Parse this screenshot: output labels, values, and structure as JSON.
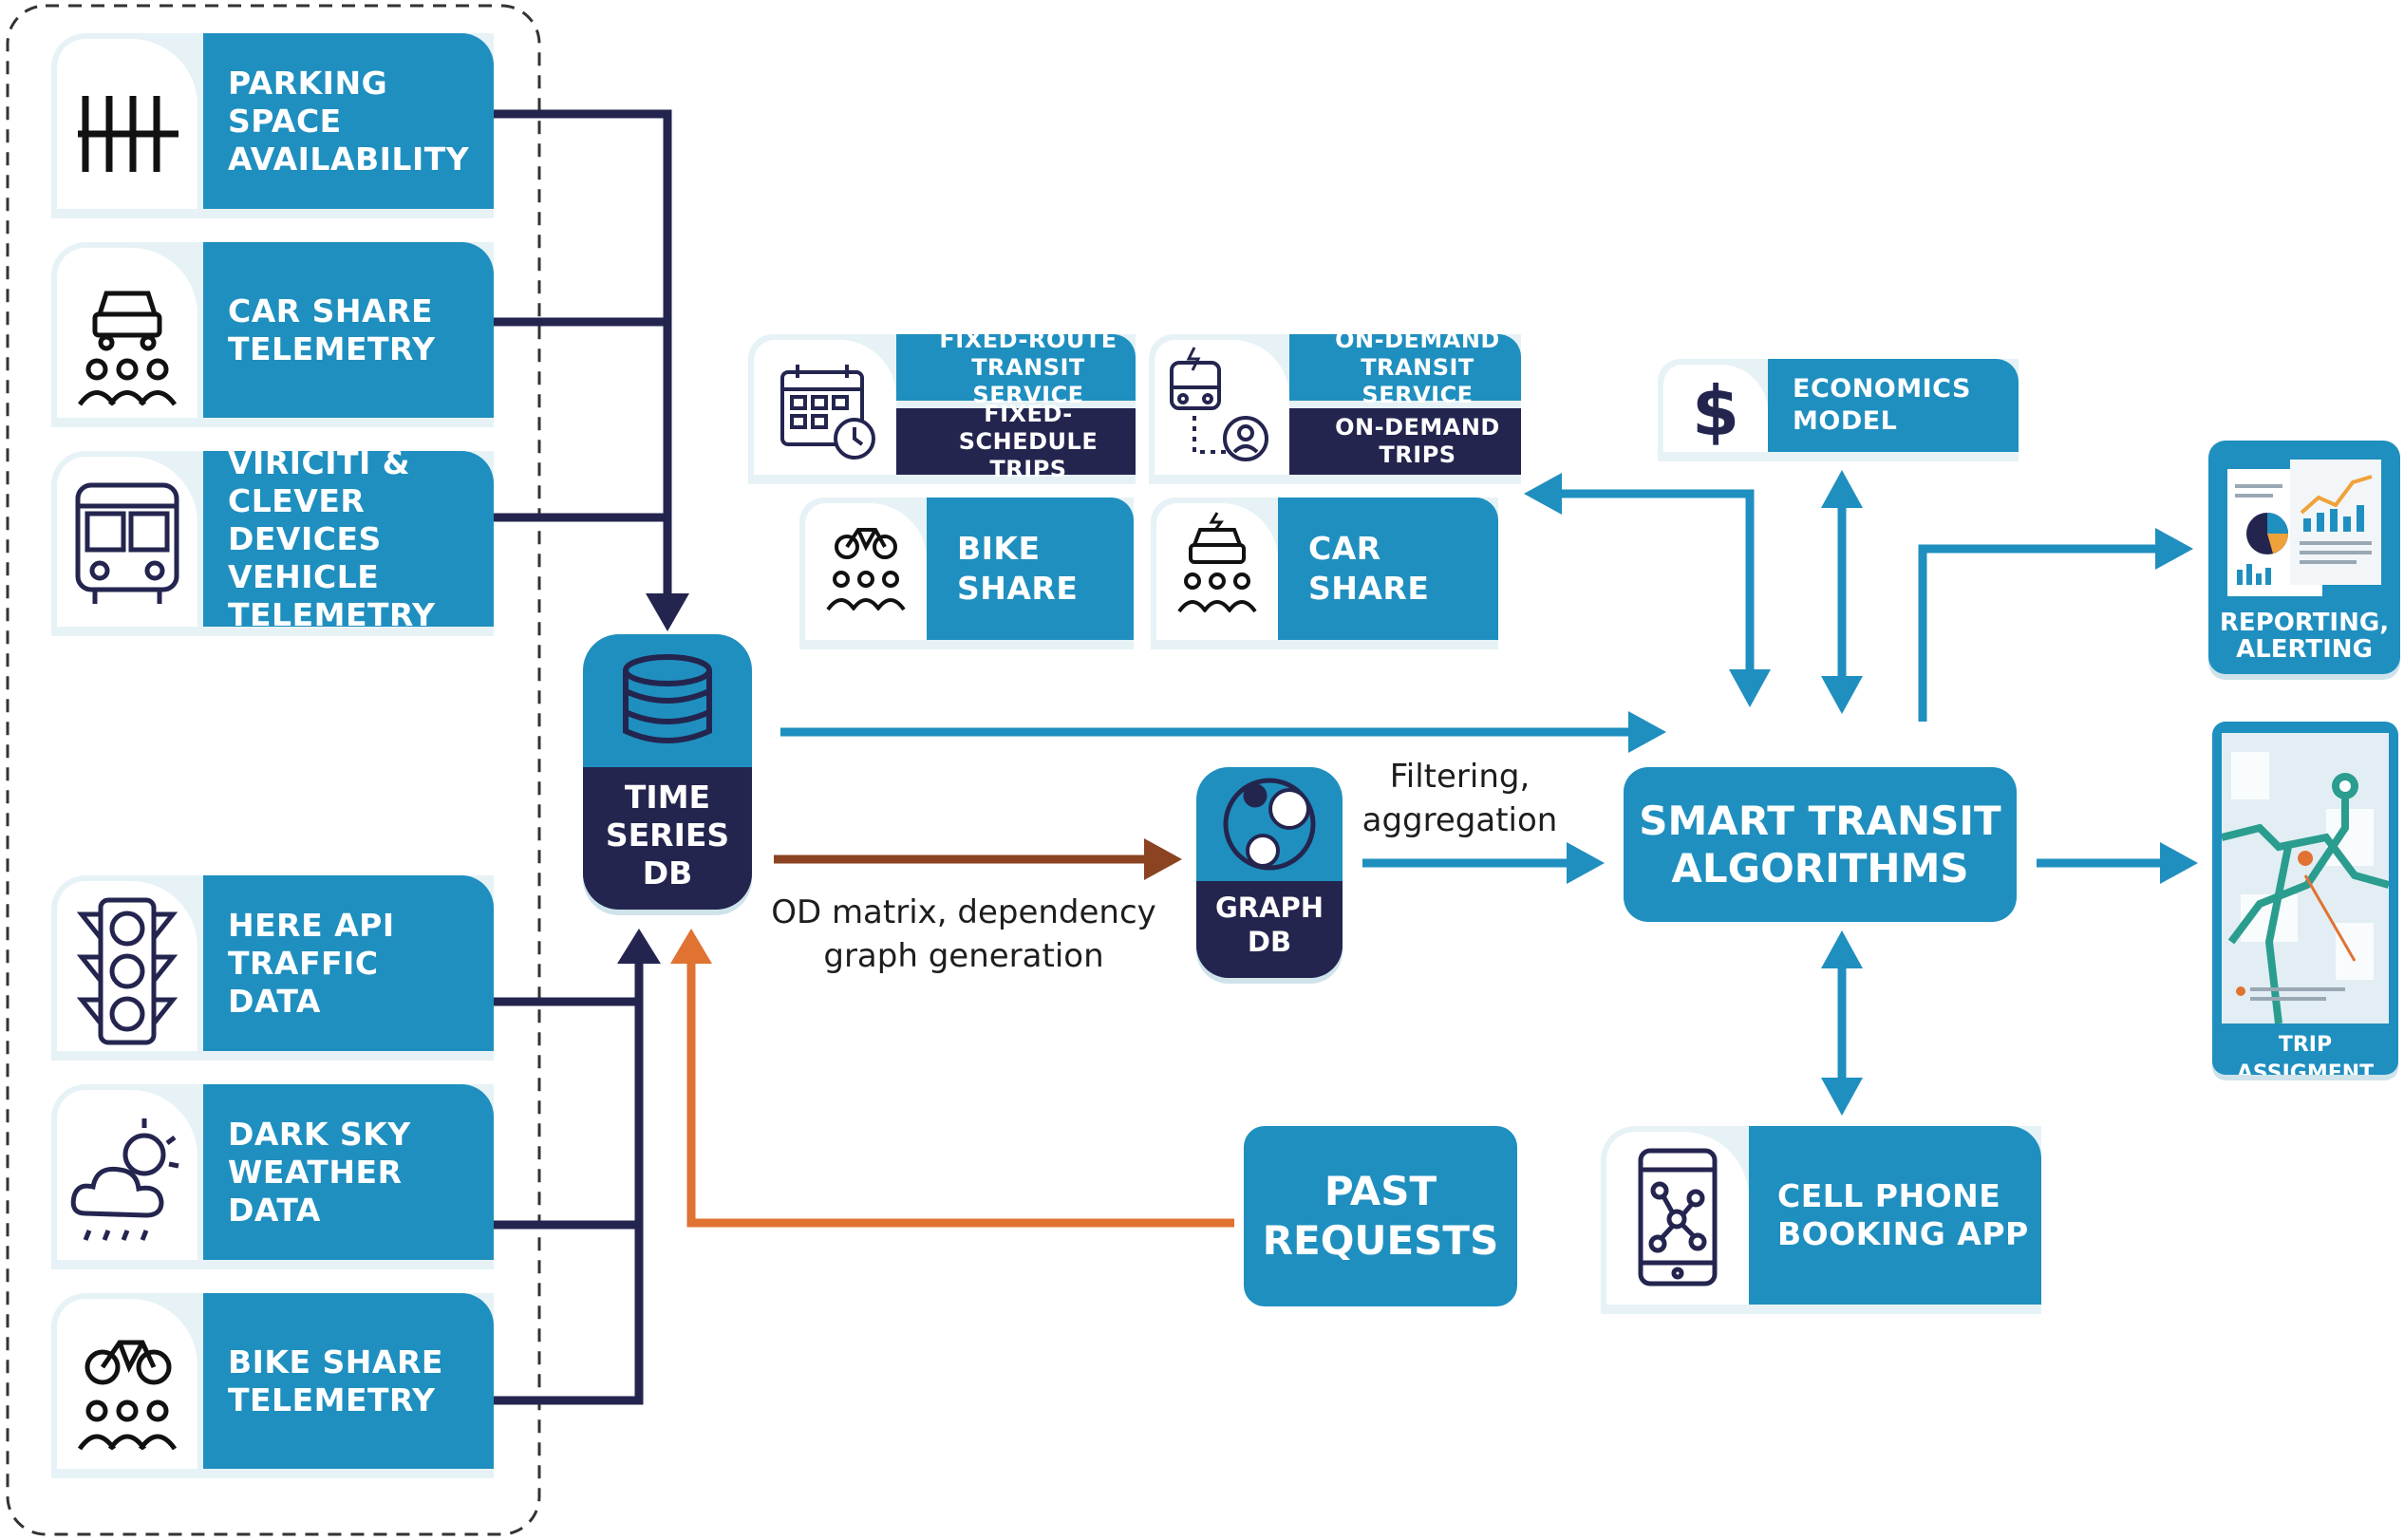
{
  "sources_top": [
    {
      "label": "PARKING SPACE AVAILABILITY",
      "lines": [
        "PARKING SPACE",
        "AVAILABILITY"
      ],
      "icon": "parking-grid-icon"
    },
    {
      "label": "CAR SHARE TELEMETRY",
      "lines": [
        "CAR SHARE",
        "TELEMETRY"
      ],
      "icon": "car-people-icon"
    },
    {
      "label": "VIRICITI & CLEVER DEVICES VEHICLE TELEMETRY",
      "lines": [
        "VIRICITI &",
        "CLEVER DEVICES",
        "VEHICLE",
        "TELEMETRY"
      ],
      "icon": "bus-icon"
    }
  ],
  "sources_bottom": [
    {
      "label": "HERE API TRAFFIC DATA",
      "lines": [
        "HERE API",
        "TRAFFIC",
        "DATA"
      ],
      "icon": "traffic-light-icon"
    },
    {
      "label": "DARK SKY WEATHER DATA",
      "lines": [
        "DARK SKY",
        "WEATHER",
        "DATA"
      ],
      "icon": "weather-icon"
    },
    {
      "label": "BIKE SHARE TELEMETRY",
      "lines": [
        "BIKE SHARE",
        "TELEMETRY"
      ],
      "icon": "bike-people-icon"
    }
  ],
  "time_series_db": {
    "lines": [
      "TIME",
      "SERIES",
      "DB"
    ],
    "icon": "database-icon"
  },
  "graph_db": {
    "lines": [
      "GRAPH",
      "DB"
    ],
    "icon": "graph-icon"
  },
  "od_label": [
    "OD matrix, dependency",
    "graph generation"
  ],
  "filter_label": [
    "Filtering,",
    "aggregation"
  ],
  "smart": {
    "lines": [
      "SMART TRANSIT",
      "ALGORITHMS"
    ]
  },
  "past_requests": {
    "lines": [
      "PAST",
      "REQUESTS"
    ]
  },
  "services": {
    "fixed_route": {
      "top": [
        "FIXED-ROUTE",
        "TRANSIT SERVICE"
      ],
      "bottom": [
        "FIXED-SCHEDULE",
        "TRIPS"
      ],
      "icon": "calendar-clock-icon"
    },
    "on_demand": {
      "top": [
        "ON-DEMAND",
        "TRANSIT SERVICE"
      ],
      "bottom": [
        "ON-DEMAND",
        "TRIPS"
      ],
      "icon": "bus-user-icon"
    },
    "bike_share": {
      "lines": [
        "BIKE",
        "SHARE"
      ],
      "icon": "bike-people-icon"
    },
    "car_share": {
      "lines": [
        "CAR",
        "SHARE"
      ],
      "icon": "car-people-icon"
    }
  },
  "economics": {
    "lines": [
      "ECONOMICS",
      "MODEL"
    ],
    "icon": "dollar-icon"
  },
  "reporting": {
    "lines": [
      "REPORTING,",
      "ALERTING"
    ],
    "icon": "report-charts-icon"
  },
  "trip": {
    "label": "TRIP ASSIGMENT",
    "icon": "phone-map-icon"
  },
  "cellphone": {
    "lines": [
      "CELL PHONE",
      "BOOKING APP"
    ],
    "icon": "phone-network-icon"
  },
  "colors": {
    "navy": "#24254f",
    "blue": "#1f8fbf",
    "brown": "#8b4321",
    "orange": "#e07232"
  }
}
